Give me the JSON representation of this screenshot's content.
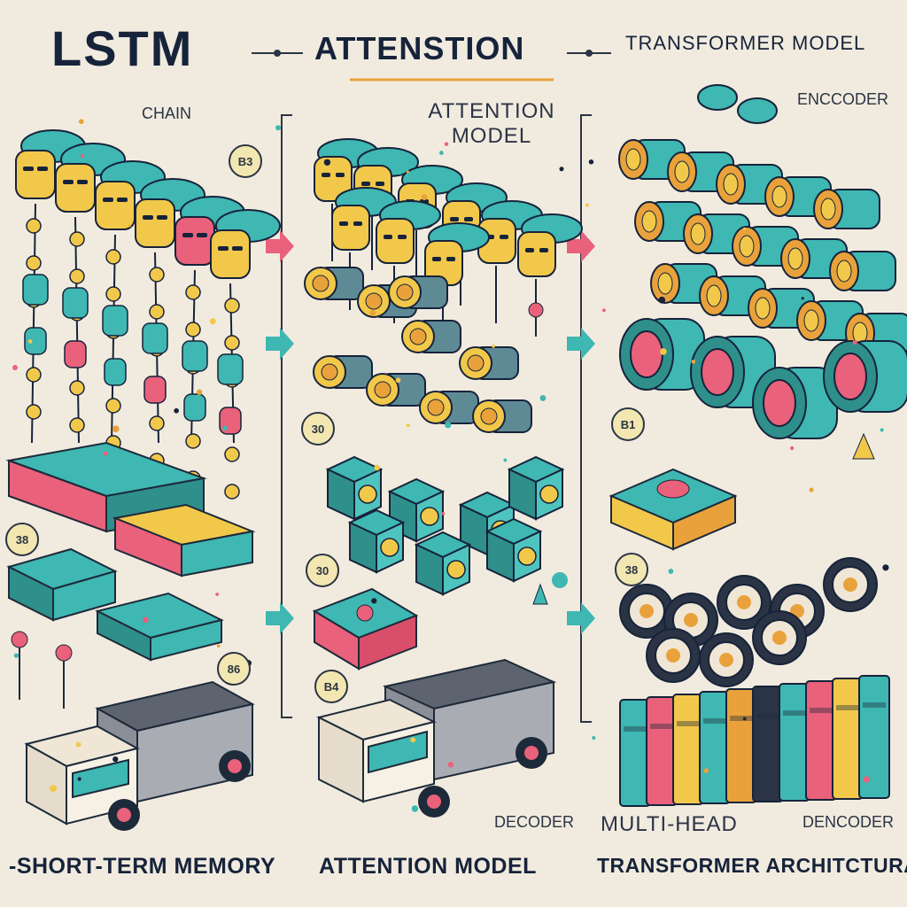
{
  "headings": {
    "lstm": "LSTM",
    "attention": "ATTENSTION",
    "transformer": "TRANSFORMER MODEL"
  },
  "labels": {
    "chain": "CHAIN",
    "attention_model_top": "ATTENTION MODEL",
    "encoder_top": "ENCCODER",
    "decoder": "DECODER",
    "multi_head": "MULTI-HEAD",
    "dencoder": "DENCODER"
  },
  "badges": [
    "B3",
    "30",
    "38",
    "86",
    "B4",
    "30",
    "B1",
    "38"
  ],
  "bottom": {
    "short_term_memory": "-SHORT-TERM MEMORY",
    "attention_model": "ATTENTION MODEL",
    "transformer_architecture": "TRANSFORMER ARCHITCTURA"
  },
  "colors": {
    "background": "#f1ebdf",
    "teal": "#3fb7b2",
    "yellow": "#f2c84b",
    "pink": "#e9617b",
    "navy": "#16233a",
    "orange": "#e9a23b"
  }
}
